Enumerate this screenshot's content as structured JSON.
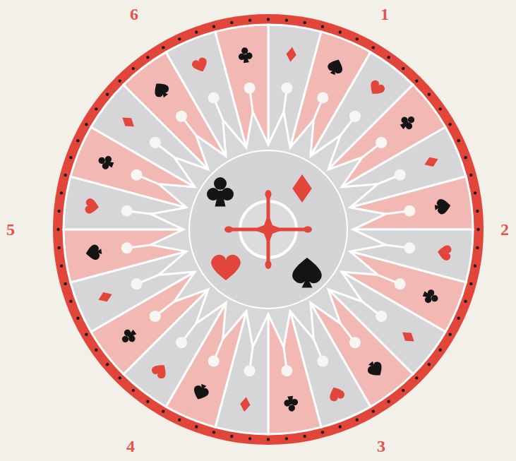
{
  "diagram": {
    "labels": [
      "6",
      "1",
      "5",
      "2",
      "4",
      "3"
    ]
  }
}
